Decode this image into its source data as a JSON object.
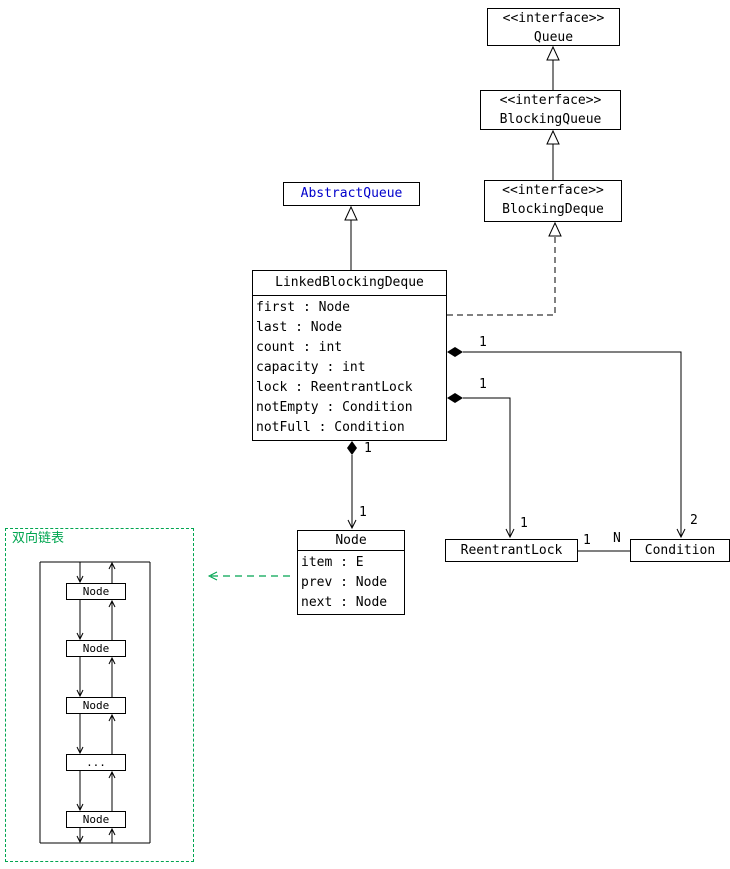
{
  "colors": {
    "accent_green": "#00a550",
    "link_blue": "#0000cc"
  },
  "queue_iface": {
    "stereotype": "<<interface>>",
    "name": "Queue"
  },
  "blocking_queue_iface": {
    "stereotype": "<<interface>>",
    "name": "BlockingQueue"
  },
  "blocking_deque_iface": {
    "stereotype": "<<interface>>",
    "name": "BlockingDeque"
  },
  "abstract_queue": {
    "name": "AbstractQueue"
  },
  "lbd": {
    "name": "LinkedBlockingDeque",
    "attributes": [
      "first : Node",
      "last : Node",
      "count : int",
      "capacity : int",
      "lock : ReentrantLock",
      "notEmpty : Condition",
      "notFull : Condition"
    ]
  },
  "node_class": {
    "name": "Node",
    "attributes": [
      "item : E",
      "prev : Node",
      "next : Node"
    ]
  },
  "reentrant_lock": {
    "name": "ReentrantLock"
  },
  "condition": {
    "name": "Condition"
  },
  "labels": {
    "lbd_condition_src": "1",
    "lbd_condition_dst": "2",
    "lbd_lock_src": "1",
    "lbd_lock_dst": "1",
    "lbd_node_src": "1",
    "lbd_node_dst": "1",
    "lock_condition_src": "1",
    "lock_condition_dst": "N"
  },
  "linked_list": {
    "title": "双向链表",
    "nodes": [
      "Node",
      "Node",
      "Node",
      "...",
      "Node"
    ]
  }
}
